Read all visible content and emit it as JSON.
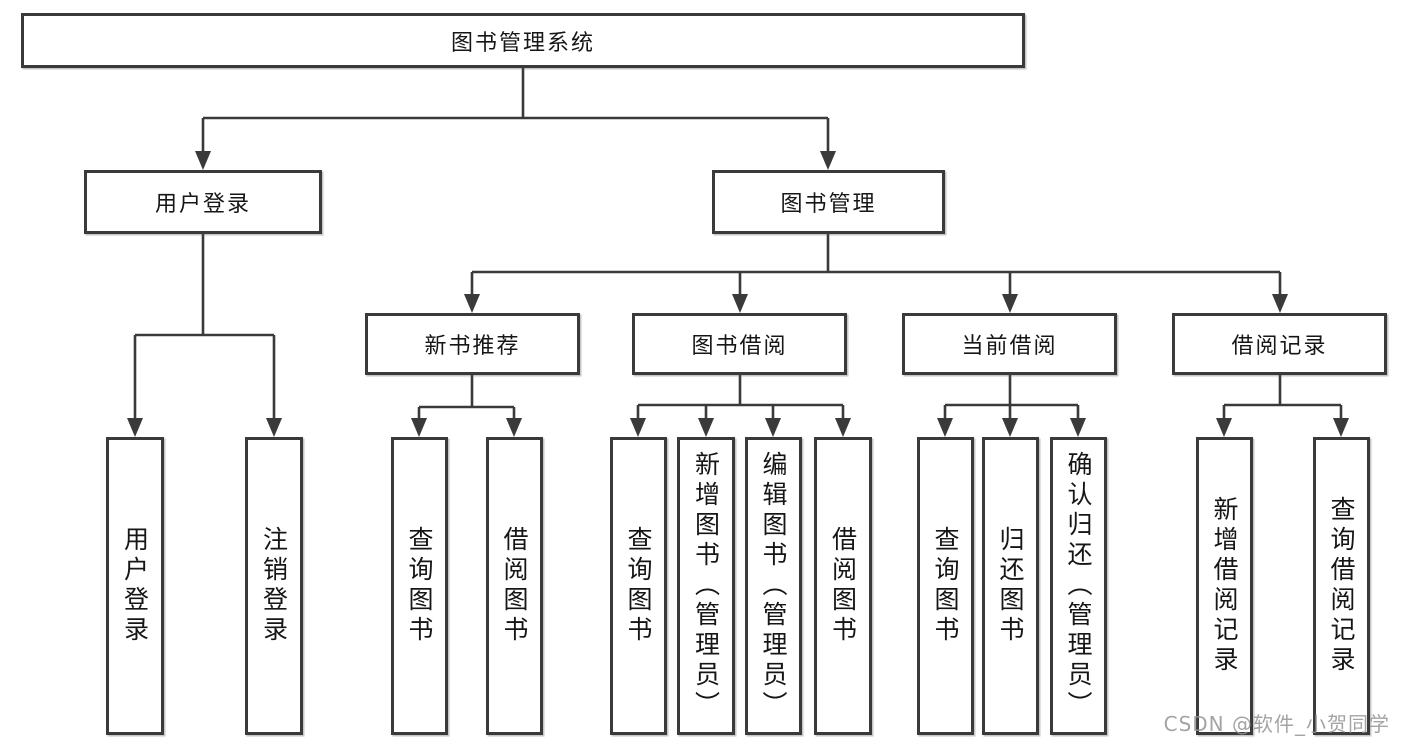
{
  "diagram": {
    "root": {
      "label": "图书管理系统"
    },
    "level2": [
      {
        "label": "用户登录"
      },
      {
        "label": "图书管理"
      }
    ],
    "level3": [
      {
        "label": "新书推荐",
        "parent": "图书管理"
      },
      {
        "label": "图书借阅",
        "parent": "图书管理"
      },
      {
        "label": "当前借阅",
        "parent": "图书管理"
      },
      {
        "label": "借阅记录",
        "parent": "图书管理"
      }
    ],
    "leaves": [
      {
        "label": "用户登录",
        "parent": "用户登录"
      },
      {
        "label": "注销登录",
        "parent": "用户登录"
      },
      {
        "label": "查询图书",
        "parent": "新书推荐"
      },
      {
        "label": "借阅图书",
        "parent": "新书推荐"
      },
      {
        "label": "查询图书",
        "parent": "图书借阅"
      },
      {
        "label": "新增图书（管理员）",
        "parent": "图书借阅"
      },
      {
        "label": "编辑图书（管理员）",
        "parent": "图书借阅"
      },
      {
        "label": "借阅图书",
        "parent": "图书借阅"
      },
      {
        "label": "查询图书",
        "parent": "当前借阅"
      },
      {
        "label": "归还图书",
        "parent": "当前借阅"
      },
      {
        "label": "确认归还（管理员）",
        "parent": "当前借阅"
      },
      {
        "label": "新增借阅记录",
        "parent": "借阅记录"
      },
      {
        "label": "查询借阅记录",
        "parent": "借阅记录"
      }
    ],
    "watermark": "CSDN @软件_小贺同学",
    "colors": {
      "line": "#3a3a3a",
      "text": "#161616",
      "background": "#ffffff",
      "watermark": "#949494"
    }
  }
}
